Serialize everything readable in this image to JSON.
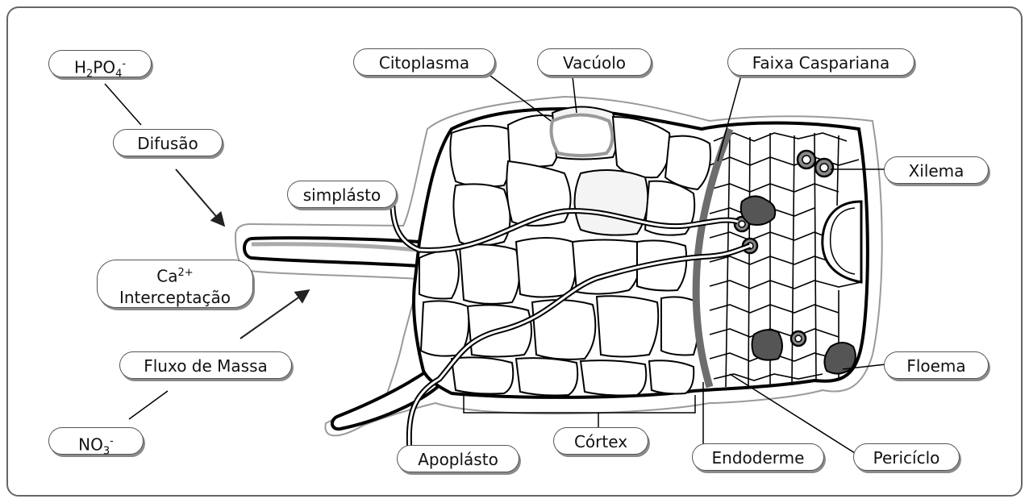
{
  "diagram": {
    "labels": {
      "h2po4": {
        "base": "H",
        "sub1": "2",
        "mid": "PO",
        "sub2": "4",
        "sup": "-"
      },
      "difusao": "Difusão",
      "ca": {
        "base": "Ca",
        "sup": "2+"
      },
      "interceptacao": "Interceptação",
      "fluxo_de_massa": "Fluxo de Massa",
      "no3": {
        "base": "NO",
        "sub": "3",
        "sup": "-"
      },
      "simplasto": "simplásto",
      "apoplasto": "Apoplásto",
      "citoplasma": "Citoplasma",
      "vacuolo": "Vacúolo",
      "faixa_caspariana": "Faixa Caspariana",
      "xilema": "Xilema",
      "floema": "Floema",
      "cortex": "Córtex",
      "endoderme": "Endoderme",
      "periciclo": "Pericíclo"
    }
  },
  "colors": {
    "outline": "#000000",
    "cell_fill": "#ffffff",
    "shadow": "#8a8a8a",
    "casparian_strip": "#6d6d6d",
    "phloem": "#555555",
    "frame_border": "#666666"
  }
}
